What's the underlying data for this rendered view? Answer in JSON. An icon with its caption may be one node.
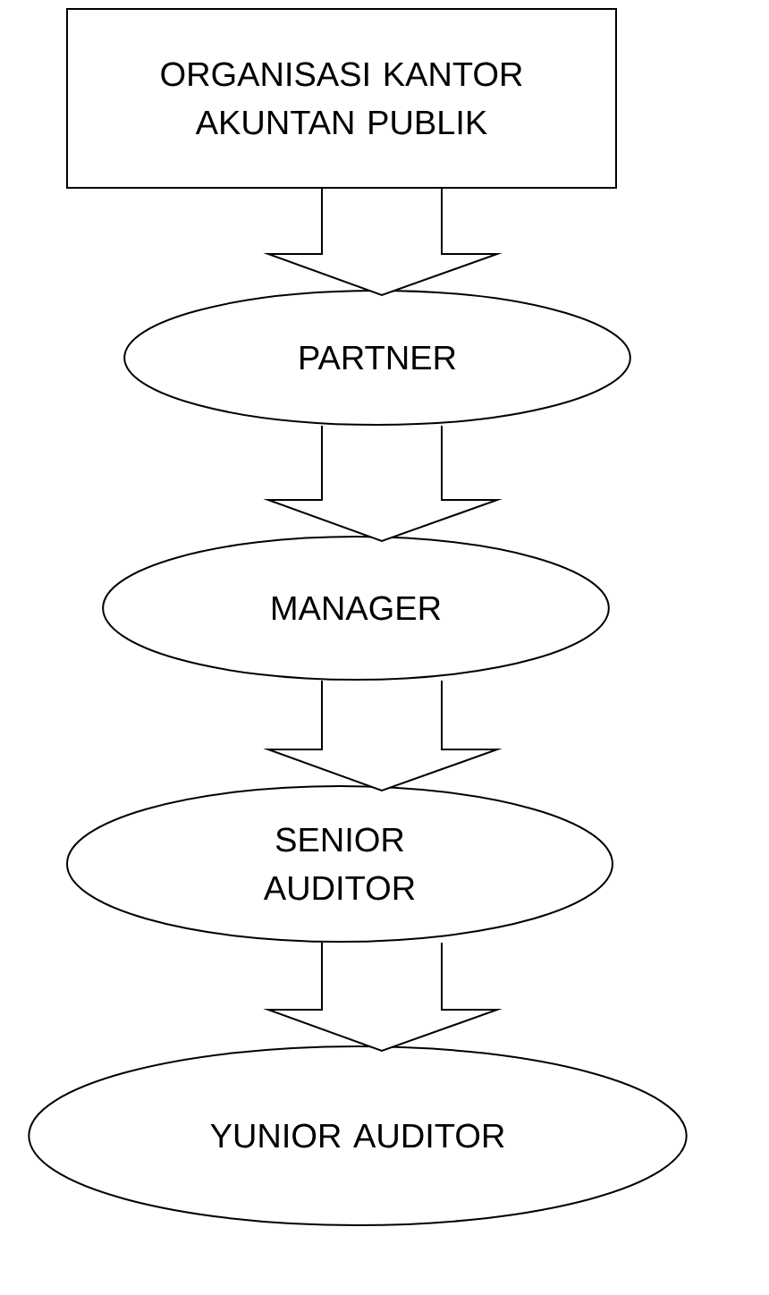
{
  "diagram": {
    "nodes": [
      {
        "text": [
          "ORGANISASI KANTOR AKUNTAN PUBLIK"
        ]
      },
      {
        "text": [
          "PARTNER"
        ]
      },
      {
        "text": [
          "MANAGER"
        ]
      },
      {
        "text": [
          "SENIOR AUDITOR"
        ]
      },
      {
        "text": [
          "YUNIOR AUDITOR"
        ]
      }
    ],
    "edges": [
      {
        "from": 0,
        "to": 1,
        "arrow": "to"
      },
      {
        "from": 1,
        "to": 2,
        "arrow": "to"
      },
      {
        "from": 2,
        "to": 3,
        "arrow": "to"
      },
      {
        "from": 3,
        "to": 4,
        "arrow": "to"
      }
    ]
  }
}
